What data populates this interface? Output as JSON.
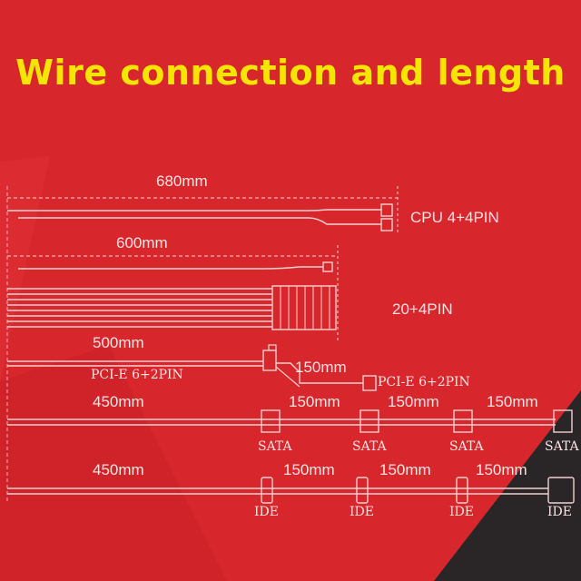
{
  "title": "Wire connection and length",
  "cables": {
    "cpu": {
      "length": "680mm",
      "connector": "CPU 4+4PIN"
    },
    "atx": {
      "length": "600mm",
      "connector": "20+4PIN"
    },
    "pcie": {
      "length": "500mm",
      "connector_a": "PCI-E 6+2PIN",
      "extension": "150mm",
      "connector_b": "PCI-E 6+2PIN"
    },
    "sata": {
      "length": "450mm",
      "spacing": [
        "150mm",
        "150mm",
        "150mm"
      ],
      "connectors": [
        "SATA",
        "SATA",
        "SATA",
        "SATA"
      ]
    },
    "ide": {
      "length": "450mm",
      "spacing": [
        "150mm",
        "150mm",
        "150mm"
      ],
      "connectors": [
        "IDE",
        "IDE",
        "IDE",
        "IDE"
      ]
    }
  },
  "colors": {
    "background": "#d8272c",
    "title": "#f5e600",
    "wire": "#f3d0d0",
    "dark_corner": "#2a2628"
  }
}
